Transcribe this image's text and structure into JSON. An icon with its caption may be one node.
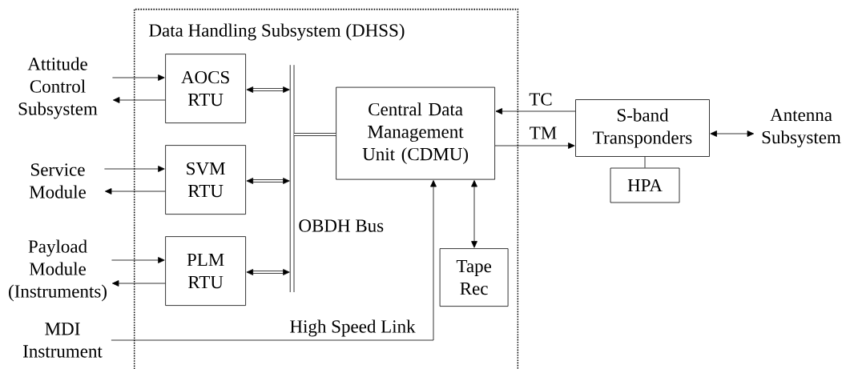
{
  "diagram": {
    "nodes": [
      {
        "text": [
          "Data Handling Subsystem (DHSS)"
        ]
      },
      {
        "text": [
          "Attitude Control Subsystem"
        ]
      },
      {
        "text": [
          "AOCS RTU"
        ],
        "in": 0
      },
      {
        "text": [
          "Service Module"
        ]
      },
      {
        "text": [
          "SVM RTU"
        ],
        "in": 0
      },
      {
        "text": [
          "Payload Module (Instruments)"
        ]
      },
      {
        "text": [
          "PLM RTU"
        ],
        "in": 0
      },
      {
        "text": [
          "MDI Instrument"
        ]
      },
      {
        "text": [],
        "shape": "bar",
        "beside": [
          "OBDH Bus"
        ],
        "in": 0
      },
      {
        "text": [
          "Central Data Management Unit (CDMU)"
        ],
        "in": 0
      },
      {
        "text": [
          "Tape Rec"
        ],
        "in": 0
      },
      {
        "text": [
          "S-band Transponders"
        ]
      },
      {
        "text": [
          "HPA"
        ]
      },
      {
        "text": [
          "Antenna Subsystem"
        ]
      }
    ],
    "edges": [
      {
        "from": 1,
        "to": 2,
        "arrow": "to"
      },
      {
        "from": 2,
        "to": 1,
        "arrow": "to"
      },
      {
        "from": 3,
        "to": 4,
        "arrow": "to"
      },
      {
        "from": 4,
        "to": 3,
        "arrow": "to"
      },
      {
        "from": 5,
        "to": 6,
        "arrow": "to"
      },
      {
        "from": 6,
        "to": 5,
        "arrow": "to"
      },
      {
        "from": 2,
        "to": 8,
        "arrow": "both",
        "style": "thick"
      },
      {
        "from": 4,
        "to": 8,
        "arrow": "both",
        "style": "thick"
      },
      {
        "from": 6,
        "to": 8,
        "arrow": "both",
        "style": "thick"
      },
      {
        "from": 8,
        "to": 9,
        "arrow": "none",
        "style": "thick"
      },
      {
        "from": 7,
        "to": 9,
        "arrow": "to",
        "label": "High Speed Link"
      },
      {
        "from": 9,
        "to": 10,
        "arrow": "both"
      },
      {
        "from": 11,
        "to": 9,
        "arrow": "to",
        "label": "TC"
      },
      {
        "from": 9,
        "to": 11,
        "arrow": "to",
        "label": "TM"
      },
      {
        "from": 11,
        "to": 13,
        "arrow": "both"
      },
      {
        "from": 11,
        "to": 12,
        "arrow": "none"
      }
    ]
  }
}
